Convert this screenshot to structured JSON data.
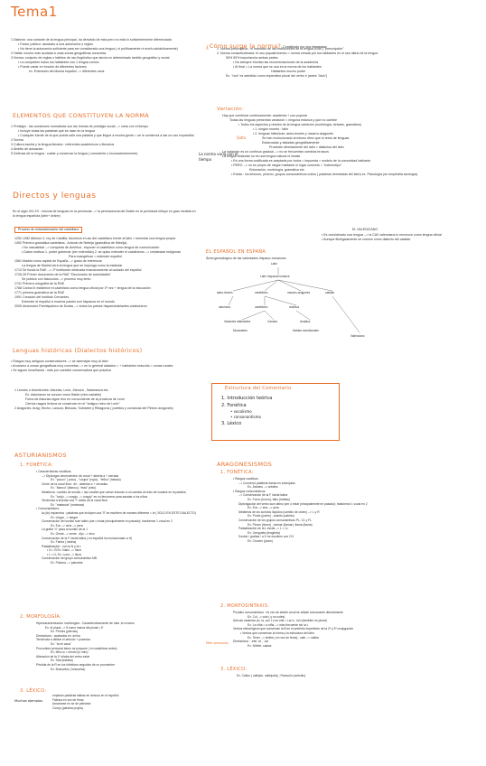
{
  "title": "Tema1",
  "left": {
    "defs": [
      "1 Dialecto: una variante de la lengua principal, ha derivado de esta pero no está lo suficientemente diferenciada",
      "• Factor político: asociado a una autonomía o región",
      "• No tiene la autonomía suficiente para ser considerado una lengua ( ni políticamente ni morfo-sintácticamente)",
      "2 Habla: mucho más acotada a unas zonas geográficas concretas",
      "3 Norma: conjunto de reglas o hábitos de uso lingüístico que aluvia en determinado ámbito geográfico y social",
      "• La comparten todos los hablantes con 1 lengua común",
      "• Puede variar en función de diferentes factores",
      "ex. Extensión del idioma español --> diferentes usos"
    ],
    "norma_heading": "ELEMENTOS QUE CONSTITUYEN LA NORMA",
    "norma_items": [
      "1 Prestigio : las cuestiones normativas son las formas de prestigio social --> varía con el tiempo",
      "• Incluye todas las palabras que se usan en la lengua",
      "• Cualquier fuente de la que pueda salir una palabra y que llegue a mucha gente = se le comienza a dar un uso expandido",
      "2 Norma",
      "3 Cultura escrita y la lengua literaria : referentes académicos o literarios",
      "4 Ámbito de actuación",
      "5 Defensa de la lengua : cuidar y conservar la lengua ( consciente o inconscientemente)"
    ],
    "norma_note": "La norma varía con el tiempo",
    "directos_heading": "Directos y lenguas",
    "directos_intro": "En el siglo XIV-XV : mezcla de lenguas en la península --> la permanencia del Árabe en la península influyó en gran medida en la lengua española (latín+ árabe)",
    "proceso_heading": "Proceso de estandarización del castellano",
    "proceso_items": [
      "1252-1282 Alfonso X, rey de Castilla, favoreció el uso del castellano frente al latín = fomentar una lengua propia",
      "1492 Primera gramática castellana : Antonio de Nebrija (gramática de Nebrija)",
      "• No casualidad --> conquista de América , imponer el castellano como lengua de comunicación",
      "• Datos motivos 1. poder gobernar (ser entendido) 2. se quiso extender el catolicismo --> cristianizar indígenas",
      "Para evangelizar = entender español",
      "1561 Madrid como capital de España --> gusto de referencia",
      "La lengua de Madrid será la lengua que se imponga como la estándar",
      "1713 Se funda la RAE --> 1ª institución dedicada exclusivamente al cuidado del español",
      "1726-39 Primer documento de la RAE \"Diccionario de autoridades\"",
      "Se publicó con fascículos --> proceso muy lento",
      "1741 Primera ortografía de la RAE",
      "1768 Carlos III establece el castellano como lengua oficial por 1ª vez + lengua de la educación",
      "1771 primera gramática de la RAE",
      "1991 Creación del Instituto Cervantes",
      "Extender el español a muchos países son hispanos en el mundo",
      "2005 diccionario Panhispánico de Dudas --> todos los países hispanohablantes colaboraron"
    ],
    "lenguas_heading": "Lenguas históricas (Dialectos históricos)",
    "lenguas_items": [
      "• Rasgos muy antiguos conservadores --> se asemejan muy al latín",
      "• Arcaísmo a zonas geográficas muy concretas --> en lo general aislados = + hablantes reducido = zonas rurales",
      "• Se siguen enseñando : más por cuestión conservadora que práctica"
    ],
    "leones": [
      "1 Leonés o Asturleonés: Asturias, León, Zamora , Salamanca etc.",
      "Ex. Asturianos se conoce como Bable (mini-variable)",
      "Fuera de Asturias sigue vivo en noroccidente de la provincia de León",
      "Ciertos rasgos léxicos se conservan en el \"antiguo reino de León\"",
      "2 Aragonés: Arag, Hecho, Lanuza, Biescas, Sobrarbe y Ribagorza ( pueblos y comarcas del Pirineo aragonés)"
    ],
    "asturianismos": "ASTURIANISMOS",
    "fonetica_label": "1. FONÉTICA:",
    "fonetica_items": [
      "• Características vocálicas",
      "--> Diptongos decrecientes: de vocal + abierta a + cerrada",
      "Ex. \"pouco\" ( poco) , \"coupa\" (ropa) , \"feilxu\" (helado)",
      "Cierre de la vocal final : de - abiertas a + cerradas",
      "Ex. \"blancu\" (blanco), \"esta\" (esto)",
      "Metafonía : cambio de sonido = las vocales que varían inducen a un cambio al resto de vocales en la palabra",
      "Ex. \"tuviju --> cuspju --> cuspju\" es un fenómeno para asustar a los niños",
      "Tendencia a insertar una \"i\" antes de la vocal final",
      "Ex. \"matancia\" (matanza)",
      "• Consonantismo:",
      "la (ch) expansiva : palabras que incluyen una \"ll\" se escriben de manera diferente = le ( SOLO EN ESTE DIALECTO)",
      "Ex. Llegar --> tsegar",
      "Conservación del sonido sum latino (ser o estar principalmente en pasado): trasformar 1 vocal en 2",
      "Ex. Era --> vera --> yera",
      "La grafía \"x\" pasa al sonido de la J",
      "Ex. Gente --> xente , dijo --> dixo",
      "Conservación de la F inicial latina ( en español ha evolucionado a H)",
      "Ex. Farina ( harina)",
      "Palatalización : con la N y la L",
      "• N = Ñ Ex. Nariz --> ñariz",
      "• L = LL Ex. Luna --> lluna",
      "Conservación del grupo consonántico MB",
      "Ex. Paloma --> palomba"
    ],
    "morfologia_label": "2. MORFOLOGÍA:",
    "morfologia_items": [
      "Hipercaracterización morfológica : Característicamente de más ,en exceso",
      "Ex. el plural --> 5 como marca del plural = E",
      "Ex. Pernes (piernas)",
      "Diminutivos : acabados en -in/ina",
      "Tendencia a utilizar el artículo + posesivo",
      "Ex. \"la mi casa\"",
      "Pronombre personal átono se pospone ( en castellano antes)",
      "Ex. Mire-lo = mirolo (lo miro)",
      "Alteración de la 1ª sílaba del verbo estar",
      "Ex. Tala (estaba)",
      "Pérdida de la R en los infinitivos seguidos de un pronombre",
      "Ex. Buscarlos ( buscarlos)"
    ],
    "lexico_label": "3. LÉXICO:",
    "lexico_items": [
      "emplean palabras latinas en desuso en el español",
      "Fábrica en vez de firma",
      "Amarrarse en se de pelearse",
      "Corujo (palabra propia)"
    ],
    "lexico_note": "Muchos ejemplos"
  },
  "right": {
    "sirve_heading": "¿Cómo surge la norma?",
    "sirve_tail": ": Constituido por dos elementos",
    "sirve_items": [
      "1. Norma prescriptiva : el mandato de las instituciones de la lengua (RAE) \"prescripción\"",
      "2. Norma consuetudinaria: el uso popular/común = norma creada por los hablantes en el uso diario de la lengua",
      "50% 50% importancia ambas partes",
      "• No siempre triunfan las recomendaciones de la academia",
      "• Al final = La norma que se usa es la norma de los hablantes",
      "Hablantes mucho poder",
      "Ex. \"nos\" es admitido como imperativo plural del verbo ir (antes \"idos\")"
    ],
    "variacion_heading": "Variación:",
    "variacion_items": [
      "Hay que combinar continuamente: academia + uso popular",
      "Todas las lenguas presentan variación = ninguna estanca y que no cambie",
      "• Todos los aspectos y niveles de la lengua variación (morfología, sintaxis, gramática)",
      "• 1. ningún muerto : latín",
      "• 2. lenguas históricas: astur-leonés y navarro-aragonés",
      "Se han evolucionado al mismo ritmo que el resto de lenguas",
      "Estancadas y aisladas geográficamente",
      "Proceden directamente del latín = dialectos del latín",
      "La variación es un continuo gradual --> no se frecuentan cambios bruscos",
      "La lengua estándar no es una lengua natural ni innata",
      "• Es una forma codificada es aceptada por todos = impuesta = modelo de la comunidad hablante",
      "• PERO --> no es propio de ningún hablante ni lugar concreto = \"estereotipo\"",
      "Entonación, morfología, gramática etc.",
      "• Exista : los leísmos, yeísmo, grupos consonánticos cultos ( palabras heredadas del latín) ex. Psicología (se empleaña sicología)"
    ],
    "salto_label": "Salto",
    "valenciano_heading": "EL VALENCIANO",
    "valenciano_items": [
      "• Es considerado una lengua --> la CAV valenciana lo reconoce como lengua oficial",
      "• Aunque filológicamente se conoce como dialecto del catalán"
    ],
    "arbol_heading": "EL ESPAÑOL EN ESPAÑA",
    "arbol_sub": "Árbol genealógico de las variedades hispano-romances",
    "tree": {
      "root": "Latín",
      "l1": "Latín hispanorromance",
      "l2": [
        "astur-leonés",
        "castellano",
        "navarro-aragonés",
        "catalán"
      ],
      "l3": [
        "asturiano",
        "castellano",
        "andaluz"
      ],
      "l4": [
        "Variantes dialectales",
        "Canario",
        "Andaluz"
      ],
      "l5": [
        "Mozárabes",
        "Hablas meridionales"
      ],
      "valenciano": "Valenciano"
    },
    "estructura_heading": "Estructura del Comentario",
    "estructura_items": [
      "1. Introducción teórica",
      "2. Fonética",
      "• vocalismo",
      "• consonantismo",
      "3. Léxico"
    ],
    "aragonesismos": "ARAGONESISMOS",
    "ar_fonetica_label": "1. FONÉTICA:",
    "ar_fonetica_items": [
      "• Rasgos vocálicos",
      "--> Conservó palabras llanas en esdrújulas",
      "Ex. Árboles --> arbóles",
      "• Rasgos consonánticos:",
      "--> Conservación de la F inicial latina",
      "Ex. Forno (horno), fabu (hablas)",
      "Diptongación del verbo sum latino (ser o estar principalmente en pasado): trasformar 1 vocal en 2",
      "Ex. Era --> iera --> yera",
      "Metátesis de los sonidos líquidos (cambio de orden) --> L y R",
      "Ex. Probe (pobre) , crabito (cabrito)",
      "Conservación de los grupos consonánticos PL, CL y FL",
      "Ex. Pluver (llover) , clamar (llamar), flama (llama)",
      "Palatalización de la L inicial --> L = LL",
      "Ex. Llengueta (lengüeta)",
      "Sonido / grafías / x/ t/ se escriben con CH",
      "Ex. Choven (joven)"
    ],
    "ar_morfologia_label": "2. MORFOSINTAXIS:",
    "ar_morfologia_items": [
      "Plurales consonánticos : es vez de añadir vocal se añade consonante directamente",
      "Ex. Col --> cols ( y no coles)",
      "Artículo estándar (lo, la, con t o en ella = La/ a ; lo/o (también en plural)",
      "Ex. La niña = a niña --> más frecuente sin la L",
      "Verbos etimológicos que conservan la B en el pretérito imperfecto de la 2ª y 3ª conjugación",
      "• Verbos que conservan la forma y la estructura del latín",
      "Ex. Tener --> teniba ( en vez de tenía) , salir --> saliba"
    ],
    "ar_mas_note": "Más ejemplos",
    "ar_more": [
      "Diminutivos : -ete/ -et , -ico",
      "Ex. Niñete, casica"
    ],
    "ar_lexico_label": "3. LÉXICO:",
    "ar_lexico_items": [
      "Ex. Calloo ( callejón, callejuela) ; Ramoclo (ombúlio)"
    ]
  }
}
